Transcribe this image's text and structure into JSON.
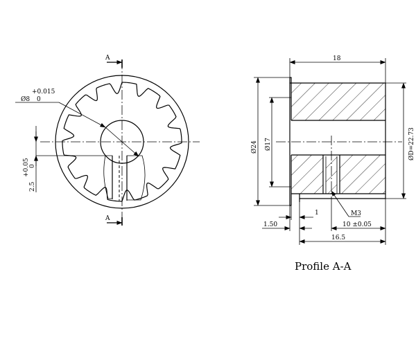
{
  "front_view": {
    "section_marker": "A",
    "bore_diameter_label": "Ø8",
    "bore_tol_upper": "+0.015",
    "bore_tol_lower": "0",
    "offset_value": "2.5",
    "offset_tol_upper": "+0.05",
    "offset_tol_lower": "0",
    "tooth_count": 14
  },
  "section_view": {
    "title": "Profile A-A",
    "dims": {
      "overall_length": "18",
      "flange_dia": "Ø24",
      "hub_dia": "Ø17",
      "pitch_dia": "ØD=22.73",
      "thread": "M3",
      "flange_gap": "1",
      "flange_thk": "1.50",
      "thread_pos": "10 ±0.05",
      "body_len": "16.5"
    }
  }
}
